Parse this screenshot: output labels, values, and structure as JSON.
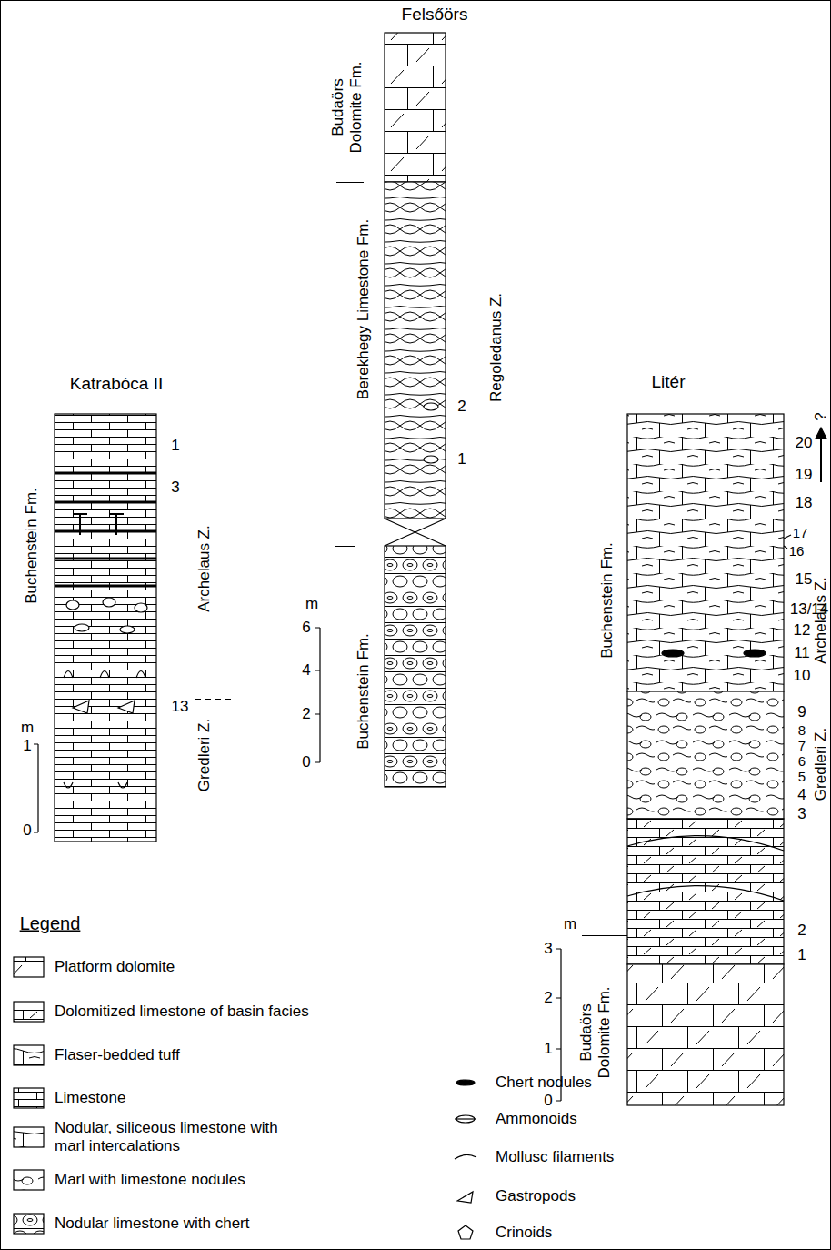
{
  "diagram": {
    "labels": [
      "Felsőörs",
      "Budaörs Dolomite Fm.",
      "Berekhegy Limestone Fm.",
      "Regoledanus Z.",
      "2",
      "1",
      "m",
      "6",
      "4",
      "2",
      "0",
      "Buchenstein Fm.",
      "Katrabóca II",
      "1",
      "3",
      "Buchenstein Fm.",
      "Archelaus Z.",
      "13",
      "Gredleri Z.",
      "m",
      "1",
      "0",
      "Litér",
      "?",
      "20",
      "19",
      "18",
      "17",
      "16",
      "15",
      "13/14",
      "12",
      "11",
      "10",
      "9",
      "8",
      "7",
      "6",
      "5",
      "4",
      "3",
      "2",
      "1",
      "Buchenstein Fm.",
      "Archelaus Z.",
      "Gredleri Z.",
      "m",
      "3",
      "2",
      "1",
      "0",
      "Budaörs Dolomite Fm.",
      "Legend"
    ],
    "legend": [
      {
        "text": "Platform dolomite"
      },
      {
        "text": "Dolomitized limestone of basin facies"
      },
      {
        "text": "Flaser-bedded tuff"
      },
      {
        "text": "Limestone"
      },
      {
        "text": "Nodular, siliceous limestone with marl intercalations"
      },
      {
        "text": "Marl with limestone nodules"
      },
      {
        "text": "Nodular limestone with chert"
      },
      {
        "text": "Chert nodules"
      },
      {
        "text": "Ammonoids"
      },
      {
        "text": "Mollusc filaments"
      },
      {
        "text": "Gastropods"
      },
      {
        "text": "Crinoids"
      }
    ]
  }
}
